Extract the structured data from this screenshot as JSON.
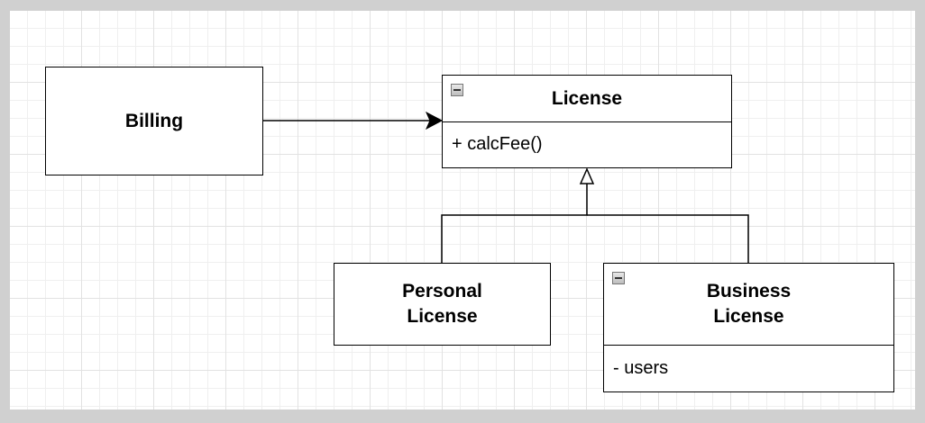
{
  "diagram": {
    "nodes": {
      "billing": {
        "label": "Billing"
      },
      "license": {
        "title": "License",
        "members": [
          "+ calcFee()"
        ],
        "collapsible": true
      },
      "personal_license": {
        "label": "Personal\nLicense"
      },
      "business_license": {
        "title": "Business\nLicense",
        "members": [
          "- users"
        ],
        "collapsible": true
      }
    },
    "edges": [
      {
        "from": "billing",
        "to": "license",
        "type": "association-arrow"
      },
      {
        "from": "personal_license",
        "to": "license",
        "type": "generalization"
      },
      {
        "from": "business_license",
        "to": "license",
        "type": "generalization"
      }
    ],
    "icons": {
      "collapse": "collapse-minus-icon"
    }
  }
}
